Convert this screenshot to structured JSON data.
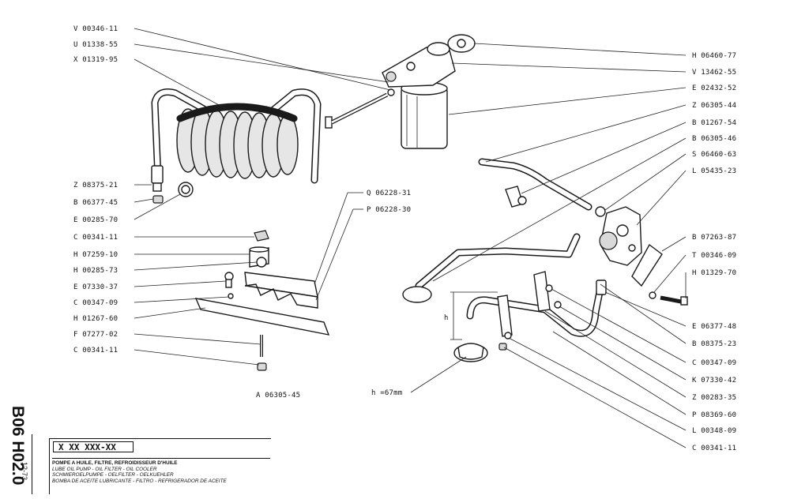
{
  "left_labels": [
    {
      "code": "V 00346-11"
    },
    {
      "code": "U 01338-55"
    },
    {
      "code": "X 01319-95"
    },
    {
      "code": "Z 08375-21"
    },
    {
      "code": "B 06377-45"
    },
    {
      "code": "E 00285-70"
    },
    {
      "code": "C 00341-11"
    },
    {
      "code": "H 07259-10"
    },
    {
      "code": "H 00285-73"
    },
    {
      "code": "E 07330-37"
    },
    {
      "code": "C 00347-09"
    },
    {
      "code": "H 01267-60"
    },
    {
      "code": "F 07277-02"
    },
    {
      "code": "C 00341-11"
    }
  ],
  "mid_labels": [
    {
      "code": "Q 06228-31"
    },
    {
      "code": "P 06228-30"
    }
  ],
  "right_labels": [
    {
      "code": "H 06460-77"
    },
    {
      "code": "V 13462-55"
    },
    {
      "code": "E 02432-52"
    },
    {
      "code": "Z 06305-44"
    },
    {
      "code": "B 01267-54"
    },
    {
      "code": "B 06305-46"
    },
    {
      "code": "S 06460-63"
    },
    {
      "code": "L 05435-23"
    },
    {
      "code": "B 07263-87"
    },
    {
      "code": "T 00346-09"
    },
    {
      "code": "H 01329-70"
    },
    {
      "code": "E 06377-48"
    },
    {
      "code": "B 08375-23"
    },
    {
      "code": "C 00347-09"
    },
    {
      "code": "K 07330-42"
    },
    {
      "code": "Z 00283-35"
    },
    {
      "code": "P 08369-60"
    },
    {
      "code": "L 00348-09"
    },
    {
      "code": "C 00341-11"
    }
  ],
  "assembly_label": "A 06305-45",
  "height_note": "h =67mm",
  "h_marker": "h",
  "title_block": {
    "serial": "X XX XXX-XX",
    "lines": [
      "POMPE A HUILE, FILTRE, REFROIDISSEUR D'HUILE",
      "LUBE OIL PUMP - OIL FILTER - OIL COOLER",
      "SCHMIEROELPUMPE - OELFILTER - OELKUEHLER",
      "BOMBA DE ACEITE LUBRICANTE - FILTRO - REFRIGERADOR DE ACEITE"
    ],
    "code": "B06 H02.0",
    "date": "12-73"
  }
}
